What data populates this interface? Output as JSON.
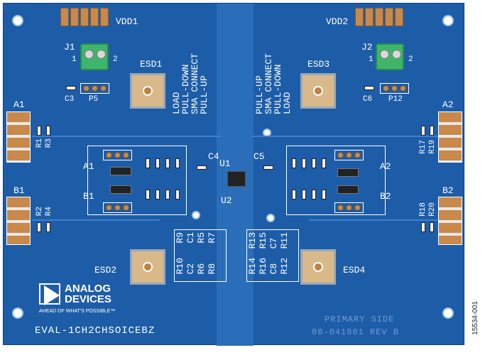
{
  "board_name": "EVAL-1CH2CHSOICEBZ",
  "side_label": "PRIMARY SIDE",
  "rev_label": "08-041801 REV B",
  "figure_number": "15534-001",
  "logo": {
    "line1": "ANALOG",
    "line2": "DEVICES",
    "tagline": "AHEAD OF WHAT'S POSSIBLE™"
  },
  "connectors": {
    "vdd1": "VDD1",
    "vdd2": "VDD2",
    "j1": "J1",
    "j2": "J2",
    "pin1": "1",
    "pin2": "2"
  },
  "esd": {
    "esd1": "ESD1",
    "esd2": "ESD2",
    "esd3": "ESD3",
    "esd4": "ESD4"
  },
  "sma": {
    "a1": "A1",
    "b1": "B1",
    "a2": "A2",
    "b2": "B2"
  },
  "components": {
    "c3": "C3",
    "p5": "P5",
    "c6": "C6",
    "p12": "P12",
    "c4": "C4",
    "c5": "C5",
    "u1": "U1",
    "u2": "U2",
    "r1": "R1",
    "r3": "R3",
    "r2": "R2",
    "r4": "R4",
    "r17": "R17",
    "r19": "R19",
    "r18": "R18",
    "r20": "R20",
    "a1_inner": "A1",
    "b1_inner": "B1",
    "a2_inner": "A2",
    "b2_inner": "B2"
  },
  "left_options": [
    "LOAD",
    "PULL-DOWN",
    "SMA CONNECT",
    "PULL-UP"
  ],
  "right_options": [
    "PULL-UP",
    "SMA CONNECT",
    "PULL-DOWN",
    "LOAD"
  ],
  "left_table": [
    [
      "R9",
      "C1",
      "R5",
      "R7"
    ],
    [
      "R10",
      "C2",
      "R6",
      "R8"
    ]
  ],
  "right_table": [
    [
      "R13",
      "R15",
      "C7",
      "R11"
    ],
    [
      "R14",
      "R16",
      "C8",
      "R12"
    ]
  ]
}
